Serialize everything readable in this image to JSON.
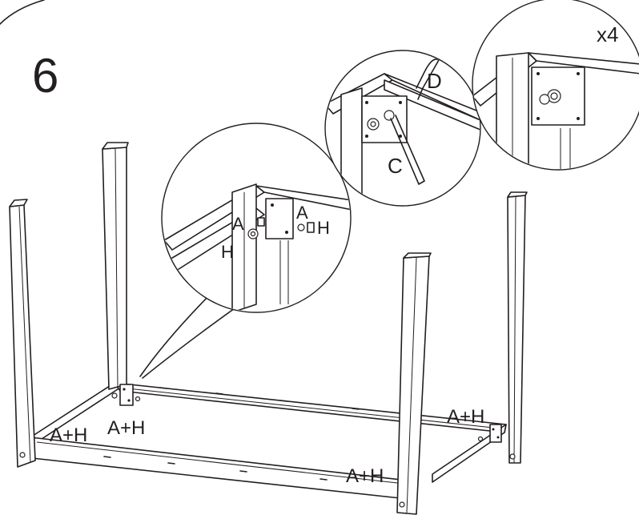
{
  "step_number": "6",
  "multiplier": "x4",
  "labels": {
    "wrench": "D",
    "spanner": "C",
    "detail_bolt": "A",
    "detail_nut": "H",
    "detail_bolt_2": "A",
    "detail_nut_2": "H",
    "front_left": "A+H",
    "rear_left": "A+H",
    "rear_right": "A+H",
    "front_right": "A+H"
  }
}
